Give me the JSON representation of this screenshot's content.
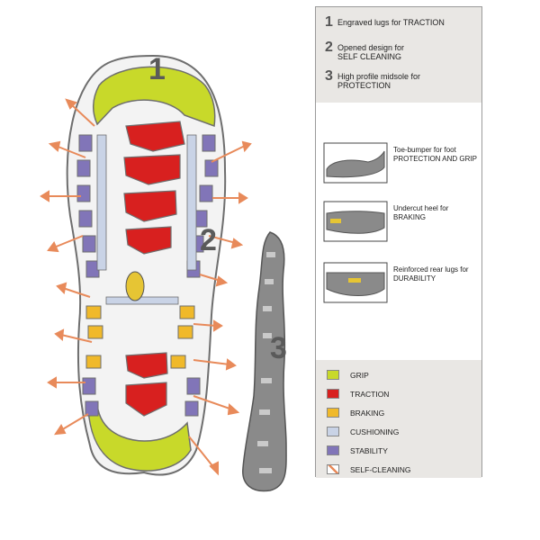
{
  "features": [
    {
      "num": "1",
      "line1": "Engraved lugs for TRACTION",
      "line2": ""
    },
    {
      "num": "2",
      "line1": "Opened design for",
      "line2": "SELF CLEANING"
    },
    {
      "num": "3",
      "line1": "High profile midsole for",
      "line2": "PROTECTION"
    }
  ],
  "details": [
    {
      "line1": "Toe-bumper for foot",
      "line2": "PROTECTION AND GRIP"
    },
    {
      "line1": "Undercut heel for",
      "line2": "BRAKING"
    },
    {
      "line1": "Reinforced rear lugs for",
      "line2": "DURABILITY"
    }
  ],
  "legend": [
    {
      "label": "GRIP",
      "color": "#c8d92a"
    },
    {
      "label": "TRACTION",
      "color": "#d8201f"
    },
    {
      "label": "BRAKING",
      "color": "#f0b92a"
    },
    {
      "label": "CUSHIONING",
      "color": "#c9d3e6"
    },
    {
      "label": "STABILITY",
      "color": "#8175b8"
    },
    {
      "label": "SELF-CLEANING",
      "color": "#e88a5a"
    }
  ],
  "callouts": [
    "1",
    "2",
    "3"
  ],
  "colors": {
    "outline": "#6e6e6e",
    "sole_grey": "#8a8a8a",
    "arrow": "#e88a5a"
  }
}
